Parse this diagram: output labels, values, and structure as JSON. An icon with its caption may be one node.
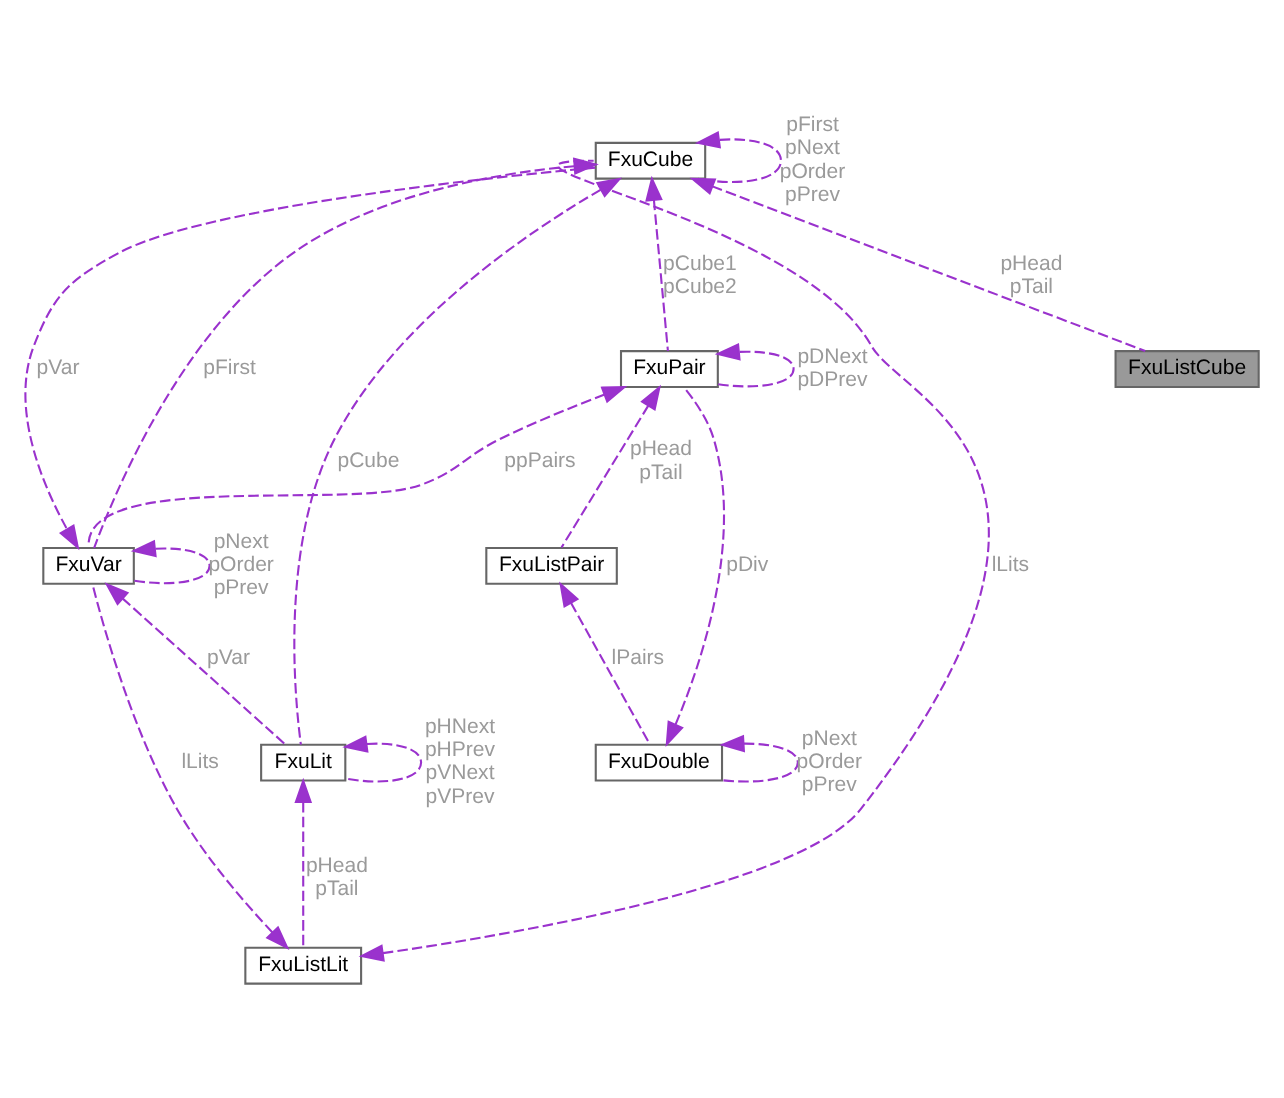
{
  "diagram": {
    "nodes": [
      {
        "text": [
          "FxuListCube"
        ]
      },
      {
        "text": [
          "FxuCube"
        ]
      },
      {
        "text": [
          "FxuPair"
        ]
      },
      {
        "text": [
          "FxuVar"
        ]
      },
      {
        "text": [
          "FxuListPair"
        ]
      },
      {
        "text": [
          "FxuLit"
        ]
      },
      {
        "text": [
          "FxuDouble"
        ]
      },
      {
        "text": [
          "FxuListLit"
        ]
      }
    ],
    "edges": [
      {
        "from": 0,
        "to": 1,
        "arrow": "to",
        "label": "pHead pTail",
        "style": "dashed"
      },
      {
        "from": 1,
        "to": 1,
        "arrow": "to",
        "label": "pFirst pNext pOrder pPrev",
        "style": "dashed"
      },
      {
        "from": 2,
        "to": 1,
        "arrow": "to",
        "label": "pCube1 pCube2",
        "style": "dashed"
      },
      {
        "from": 2,
        "to": 2,
        "arrow": "to",
        "label": "pDNext pDPrev",
        "style": "dashed"
      },
      {
        "from": 1,
        "to": 3,
        "arrow": "to",
        "label": "pVar",
        "style": "dashed"
      },
      {
        "from": 3,
        "to": 1,
        "arrow": "to",
        "label": "pFirst",
        "style": "dashed"
      },
      {
        "from": 5,
        "to": 1,
        "arrow": "to",
        "label": "pCube",
        "style": "dashed"
      },
      {
        "from": 3,
        "to": 2,
        "arrow": "to",
        "label": "ppPairs",
        "style": "dashed"
      },
      {
        "from": 3,
        "to": 3,
        "arrow": "to",
        "label": "pNext pOrder pPrev",
        "style": "dashed"
      },
      {
        "from": 4,
        "to": 2,
        "arrow": "to",
        "label": "pHead pTail",
        "style": "dashed"
      },
      {
        "from": 2,
        "to": 6,
        "arrow": "to",
        "label": "pDiv",
        "style": "dashed"
      },
      {
        "from": 6,
        "to": 4,
        "arrow": "to",
        "label": "lPairs",
        "style": "dashed"
      },
      {
        "from": 6,
        "to": 6,
        "arrow": "to",
        "label": "pNext pOrder pPrev",
        "style": "dashed"
      },
      {
        "from": 5,
        "to": 3,
        "arrow": "to",
        "label": "pVar",
        "style": "dashed"
      },
      {
        "from": 5,
        "to": 5,
        "arrow": "to",
        "label": "pHNext pHPrev pVNext pVPrev",
        "style": "dashed"
      },
      {
        "from": 1,
        "to": 7,
        "arrow": "to",
        "label": "lLits",
        "style": "dashed"
      },
      {
        "from": 3,
        "to": 7,
        "arrow": "to",
        "label": "lLits",
        "style": "dashed"
      },
      {
        "from": 7,
        "to": 5,
        "arrow": "to",
        "label": "pHead pTail",
        "style": "dashed"
      }
    ]
  }
}
